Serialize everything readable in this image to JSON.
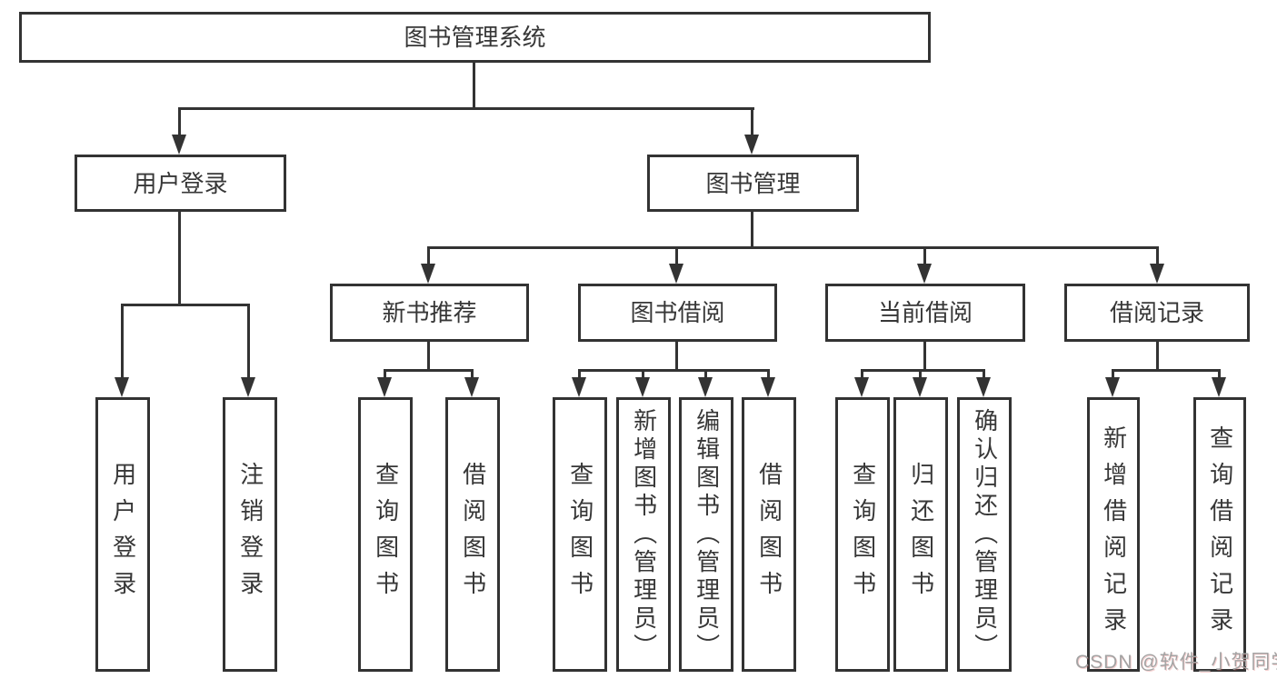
{
  "colors": {
    "line": "#333333",
    "text": "#373737",
    "background": "#ffffff",
    "watermark": "#a3a3a3"
  },
  "watermark": "CSDN @软件_小贺同学",
  "tree": {
    "label": "图书管理系统",
    "children": [
      {
        "label": "用户登录",
        "children": [
          {
            "label": "用户登录"
          },
          {
            "label": "注销登录"
          }
        ]
      },
      {
        "label": "图书管理",
        "children": [
          {
            "label": "新书推荐",
            "children": [
              {
                "label": "查询图书"
              },
              {
                "label": "借阅图书"
              }
            ]
          },
          {
            "label": "图书借阅",
            "children": [
              {
                "label": "查询图书"
              },
              {
                "label": "新增图书（管理员）"
              },
              {
                "label": "编辑图书（管理员）"
              },
              {
                "label": "借阅图书"
              }
            ]
          },
          {
            "label": "当前借阅",
            "children": [
              {
                "label": "查询图书"
              },
              {
                "label": "归还图书"
              },
              {
                "label": "确认归还（管理员）"
              }
            ]
          },
          {
            "label": "借阅记录",
            "children": [
              {
                "label": "新增借阅记录"
              },
              {
                "label": "查询借阅记录"
              }
            ]
          }
        ]
      }
    ]
  }
}
